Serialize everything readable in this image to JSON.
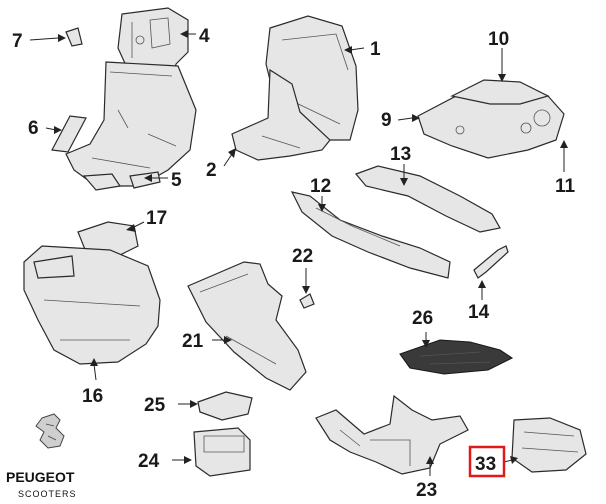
{
  "labels": {
    "l1": "1",
    "l2": "2",
    "l4": "4",
    "l5": "5",
    "l6": "6",
    "l7": "7",
    "l9": "9",
    "l10": "10",
    "l11": "11",
    "l12": "12",
    "l13": "13",
    "l14": "14",
    "l16": "16",
    "l17": "17",
    "l21": "21",
    "l22": "22",
    "l23": "23",
    "l24": "24",
    "l25": "25",
    "l26": "26",
    "l33": "33"
  },
  "highlight": {
    "part": "33",
    "color": "#e01a1a"
  },
  "brand": {
    "name": "PEUGEOT",
    "tagline": "SCOOTERS"
  },
  "colors": {
    "part_fill": "#e6e6e6",
    "outline": "#2b2b2b",
    "mat": "#3a3a3a"
  }
}
